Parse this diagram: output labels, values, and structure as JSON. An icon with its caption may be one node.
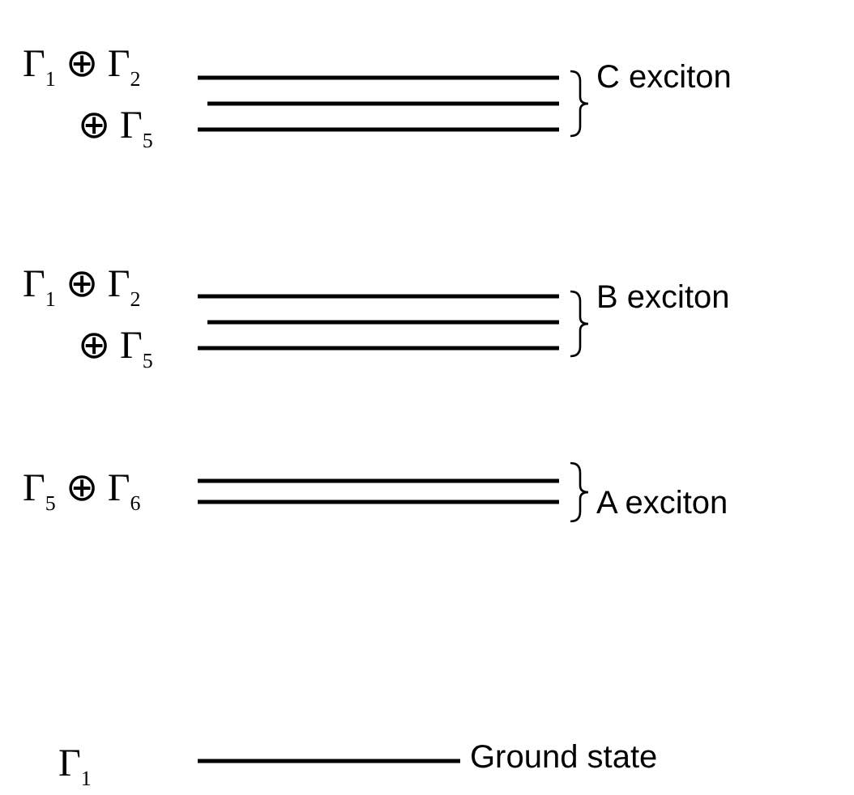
{
  "diagram": {
    "labels": [
      "Γ$_{1}$ ⊕ Γ$_{2}$",
      "C exciton",
      "⊕ Γ$_{5}$",
      "Γ$_{1}$ ⊕ Γ$_{2}$",
      "B exciton",
      "⊕ Γ$_{5}$",
      "Γ$_{5}$ ⊕ Γ$_{6}$",
      "A exciton",
      "Γ$_{1}$",
      "Ground state"
    ]
  }
}
